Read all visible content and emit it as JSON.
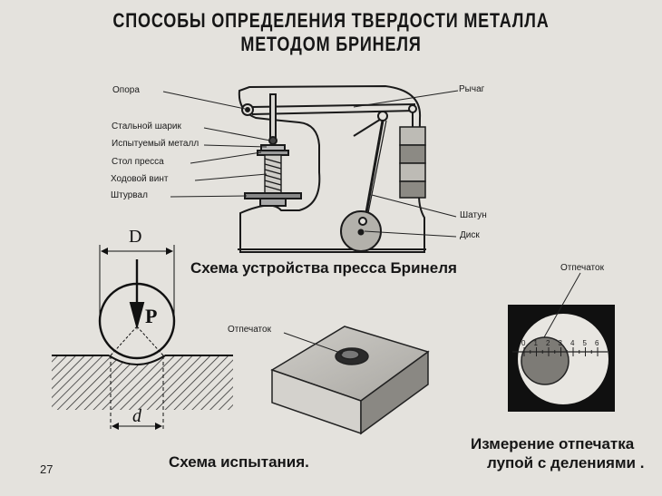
{
  "title_line1": "СПОСОБЫ ОПРЕДЕЛЕНИЯ ТВЕРДОСТИ МЕТАЛЛА",
  "title_line2": "МЕТОДОМ БРИНЕЛЯ",
  "press": {
    "labels_left": [
      "Опора",
      "Стальной шарик",
      "Испытуемый металл",
      "Стол пресса",
      "Ходовой винт",
      "Штурвал"
    ],
    "labels_right": [
      "Рычаг",
      "Шатун",
      "Диск"
    ],
    "caption": "Схема устройства пресса Бринеля"
  },
  "test": {
    "diameter_label": "D",
    "force_label": "P",
    "imprint_label": "d",
    "caption": "Схема испытания."
  },
  "specimen": {
    "label": "Отпечаток"
  },
  "magnifier": {
    "label": "Отпечаток",
    "scale_ticks": [
      "0",
      "1",
      "2",
      "3",
      "4",
      "5",
      "6"
    ],
    "caption_line1": "Измерение отпечатка",
    "caption_line2": "лупой с делениями ."
  },
  "page_number": "27"
}
